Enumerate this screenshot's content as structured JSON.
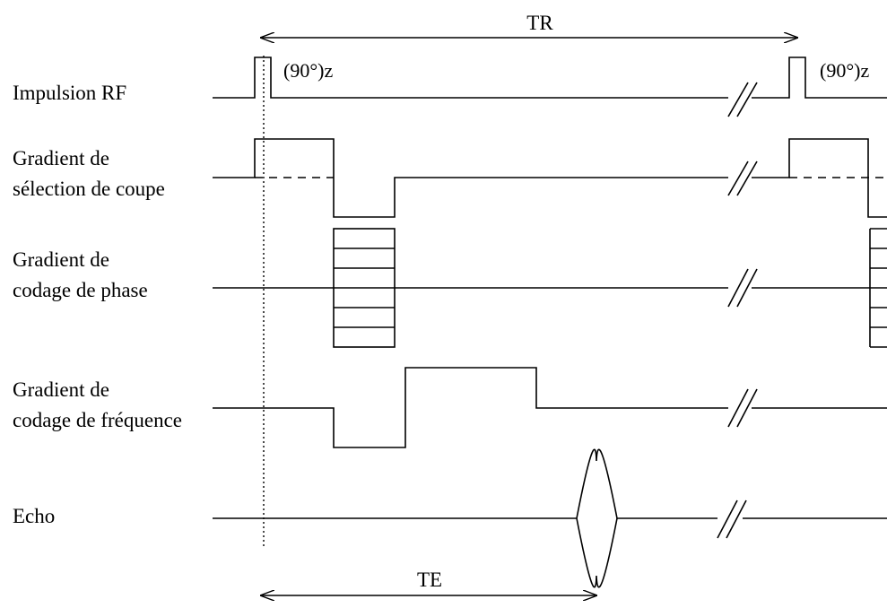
{
  "rows": {
    "rf": {
      "label": "Impulsion RF",
      "pulse_label_1": "(90°)z",
      "pulse_label_2": "(90°)z"
    },
    "slice": {
      "label_line1": "Gradient de",
      "label_line2": "sélection de coupe"
    },
    "phase": {
      "label_line1": "Gradient de",
      "label_line2": "codage de phase"
    },
    "frequency": {
      "label_line1": "Gradient de",
      "label_line2": "codage de fréquence"
    },
    "echo": {
      "label": "Echo"
    }
  },
  "intervals": {
    "tr": "TR",
    "te": "TE"
  }
}
